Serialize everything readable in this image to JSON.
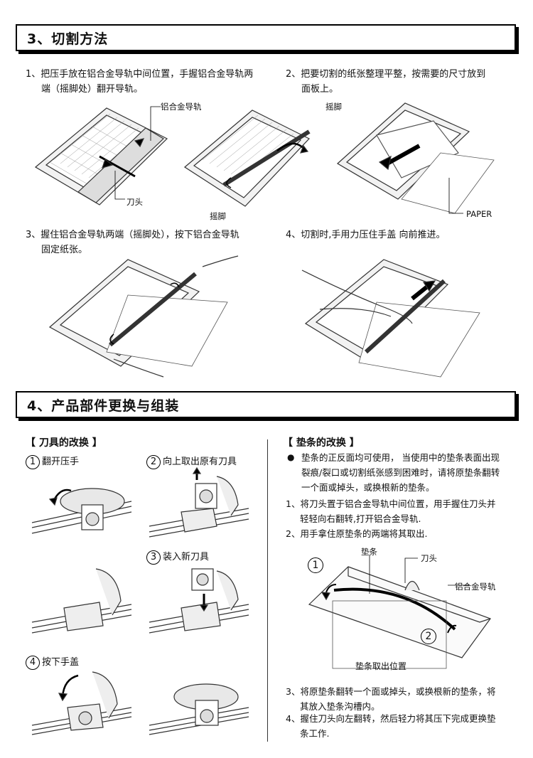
{
  "section3": {
    "title": "3、切割方法",
    "step1_line1": "1、把压手放在铝合金导轨中间位置，手握铝合金导轨两",
    "step1_line2": "端（摇脚处）翻开导轨。",
    "step2_line1": "2、把要切割的纸张整理平整，按需要的尺寸放到",
    "step2_line2": "面板上。",
    "step3_line1": "3、握住铝合金导轨两端（摇脚处），按下铝合金导轨",
    "step3_line2": "固定纸张。",
    "step4_line1": "4、切割时,手用力压住手盖  向前推进。",
    "labels": {
      "rail": "铝合金导轨",
      "blade_head": "刀头",
      "rocker_foot_a": "摇脚",
      "rocker_foot_b": "摇脚",
      "paper": "PAPER"
    }
  },
  "section4": {
    "title": "4、产品部件更换与组装",
    "blade": {
      "heading": "【 刀具的改换 】",
      "s1_num": "1",
      "s1_label": "翻开压手",
      "s2_num": "2",
      "s2_label": "向上取出原有刀具",
      "s3_num": "3",
      "s3_label": "装入新刀具",
      "s4_num": "4",
      "s4_label": "按下手盖"
    },
    "pad": {
      "heading": "【 垫条的改换 】",
      "bullet_line1": "垫条的正反面均可使用，  当使用中的垫条表面出现",
      "bullet_line2": "裂痕/裂口或切割纸张感到困难时，请将原垫条翻转",
      "bullet_line3": "一个面或掉头，或换根新的垫条。",
      "n1_line1": "1、将刀头置于铝合金导轨中间位置，用手握住刀头并",
      "n1_line2": "轻轻向右翻转,打开铝合金导轨.",
      "n2_line1": "2、用手拿住原垫条的两端将其取出.",
      "diagram": {
        "pad_strip": "垫条",
        "blade_head": "刀头",
        "rail": "铝合金导轨",
        "num1": "1",
        "num2": "2",
        "remove_position": "垫条取出位置"
      },
      "n3_line1": "3、将原垫条翻转一个面或掉头，或换根新的垫条，将",
      "n3_line2": "其放入垫条沟槽内。",
      "n4_line1": "4、握住刀头向左翻转，然后轻力将其压下完成更换垫",
      "n4_line2": "条工作."
    }
  }
}
